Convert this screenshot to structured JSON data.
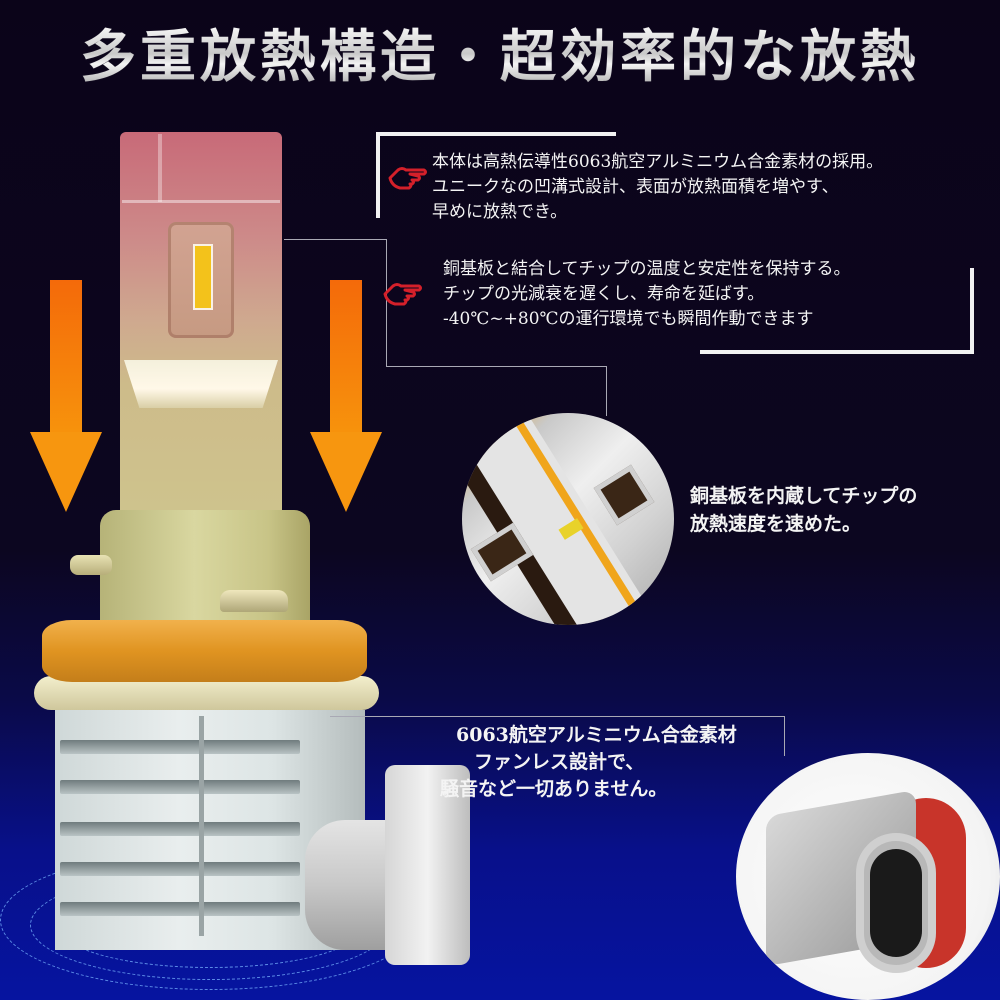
{
  "title": "多重放熱構造・超効率的な放熱",
  "callouts": [
    {
      "id": "body-material",
      "icon": "pointing-hand-icon",
      "lines": [
        "本体は高熱伝導性6063航空アルミニウム合金素材の採用。",
        "ユニークなの凹溝式設計、表面が放熱面積を増やす、",
        "早めに放熱でき。"
      ]
    },
    {
      "id": "copper-board",
      "icon": "pointing-hand-icon",
      "lines": [
        "銅基板と結合してチップの温度と安定性を保持する。",
        "チップの光減衰を遅くし、寿命を延ばす。",
        "-40℃~+80℃の運行環境でも瞬間作動できます"
      ]
    },
    {
      "id": "internal-copper",
      "lines": [
        "銅基板を内蔵してチップの",
        "放熱速度を速めた。"
      ]
    },
    {
      "id": "fanless",
      "lines": [
        "6063航空アルミニウム合金素材",
        "ファンレス設計で、",
        "騒音など一切ありません。"
      ]
    }
  ],
  "colors": {
    "background_top": "#0b0419",
    "background_bottom": "#0614a0",
    "arrow": "#f7930c",
    "pointer_icon": "#d4202a",
    "ring": "#e09421"
  }
}
